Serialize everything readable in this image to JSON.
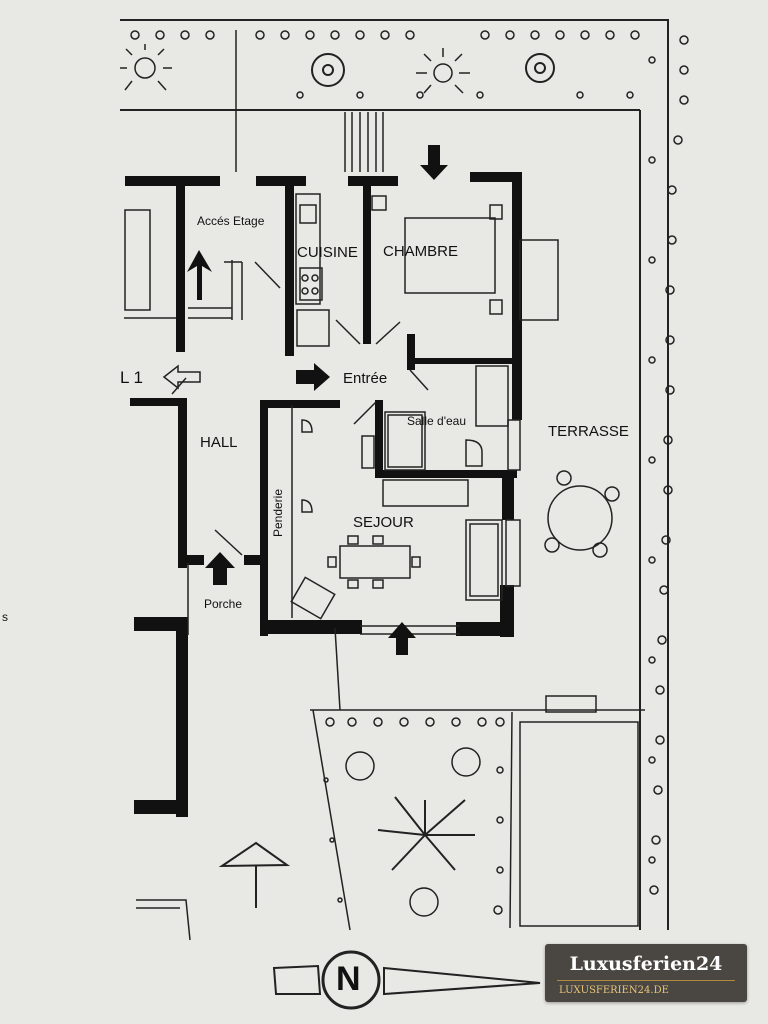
{
  "rooms": {
    "acces_etage": "Accés Etage",
    "cuisine": "CUISINE",
    "chambre": "CHAMBRE",
    "entree": "Entrée",
    "hall": "HALL",
    "salle_deau": "Salle d'eau",
    "terrasse": "TERRASSE",
    "penderie": "Penderie",
    "sejour": "SEJOUR",
    "porche": "Porche"
  },
  "markers": {
    "l1": "L 1",
    "edge_s": "s",
    "north": "N"
  },
  "watermark": {
    "brand": "Luxusferien24",
    "url": "LUXUSFERIEN24.DE"
  },
  "colors": {
    "paper": "#e8e8e4",
    "wall": "#111111",
    "badge_bg": "#4a4742",
    "badge_url": "#e9c47a"
  }
}
